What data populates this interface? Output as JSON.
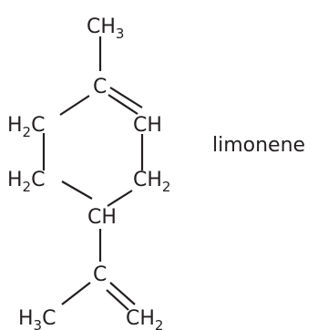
{
  "molecule": {
    "name": "limonene",
    "atoms": {
      "ch3_top": {
        "main": "CH",
        "sub": "3"
      },
      "c1": {
        "main": "C"
      },
      "ch_right": {
        "main": "CH"
      },
      "ch2_upper_left": {
        "main": "H",
        "sub": "2",
        "tail": "C"
      },
      "ch2_lower_left": {
        "main": "H",
        "sub": "2",
        "tail": "C"
      },
      "ch2_lower_right": {
        "main": "CH",
        "sub": "2"
      },
      "ch_bottom": {
        "main": "CH"
      },
      "c_iso": {
        "main": "C"
      },
      "ch3_bottom_left": {
        "main": "H",
        "sub": "3",
        "tail": "C"
      },
      "ch2_bottom_right": {
        "main": "CH",
        "sub": "2"
      }
    }
  },
  "colors": {
    "ink": "#231f20",
    "background": "#ffffff"
  }
}
